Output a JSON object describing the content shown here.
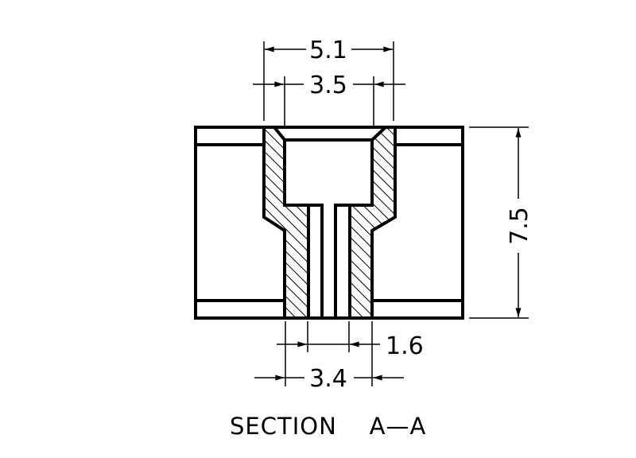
{
  "drawing": {
    "caption": "SECTION    A—A",
    "dimensions": {
      "top_outer_width": "5.1",
      "top_inner_width": "3.5",
      "overall_height": "7.5",
      "bottom_slot_width": "1.6",
      "bottom_tube_width": "3.4"
    },
    "colors": {
      "line": "#000000",
      "background": "#ffffff"
    }
  }
}
